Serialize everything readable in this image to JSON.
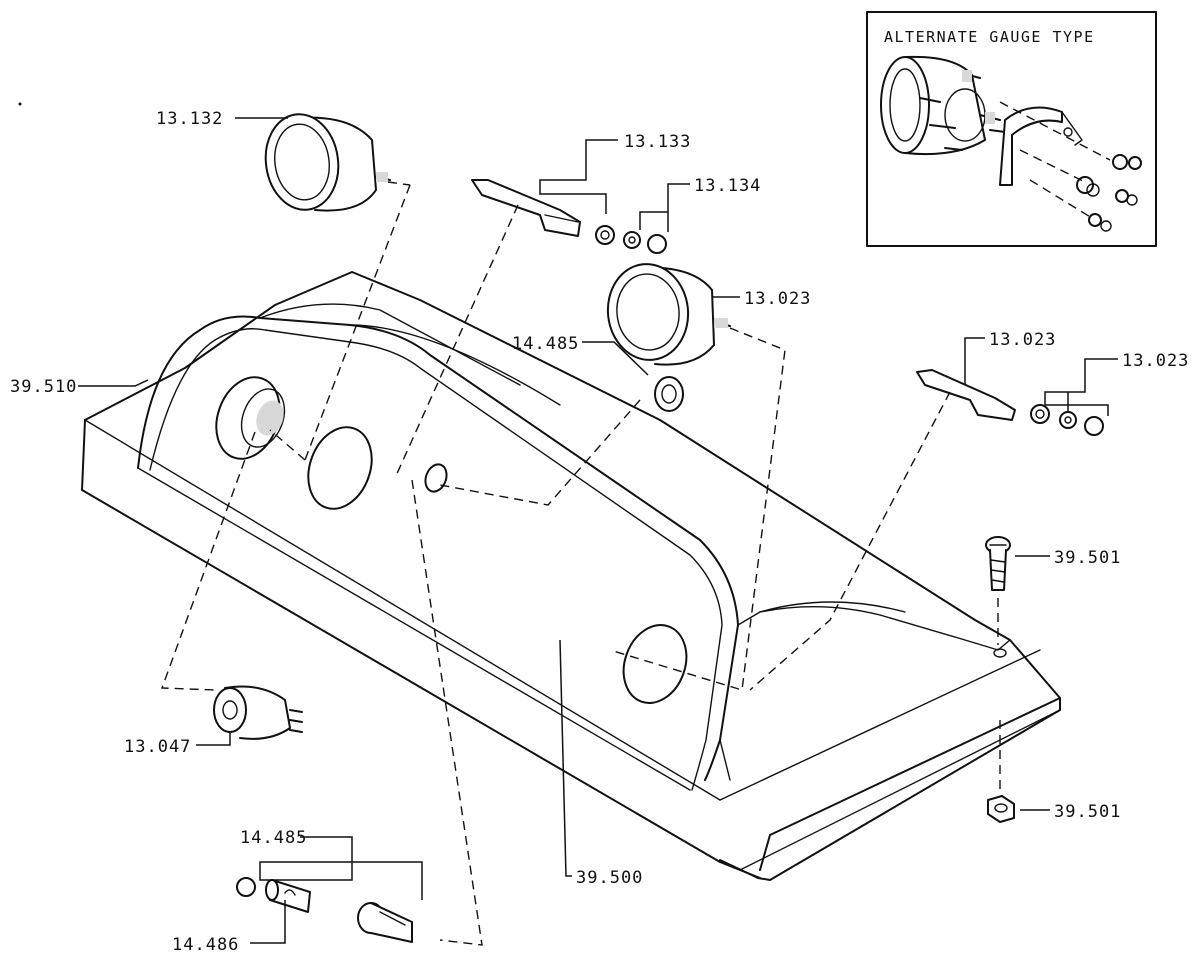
{
  "inset": {
    "title": "ALTERNATE GAUGE TYPE"
  },
  "labels": {
    "speedo": "13.132",
    "clamp_top": "13.133",
    "nut_top": "13.134",
    "gauge_mid": "13.023",
    "bulb_holder": "14.485",
    "panel": "39.510",
    "clamp_right": "13.023",
    "nut_right": "13.023",
    "screw": "39.501",
    "nut_screw": "39.501",
    "switch": "13.047",
    "lamp_assembly": "14.485",
    "bulb": "14.486",
    "dash_panel": "39.500"
  }
}
